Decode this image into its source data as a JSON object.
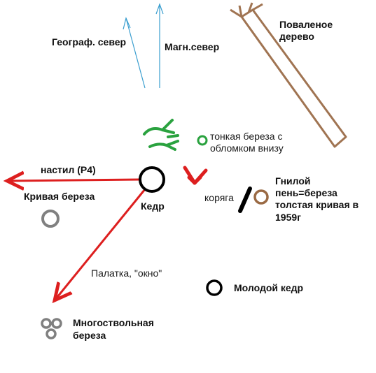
{
  "labels": {
    "geo_north": "Географ. север",
    "mag_north": "Магн.север",
    "fallen_tree_1": "Поваленое",
    "fallen_tree_2": "дерево",
    "thin_birch_1": "тонкая береза с",
    "thin_birch_2": "обломком внизу",
    "nastil": "настил (P4)",
    "crooked_birch": "Кривая береза",
    "cedar": "Кедр",
    "koryaga": "коряга",
    "rotten_stump_1": "Гнилой",
    "rotten_stump_2": "пень=береза",
    "rotten_stump_3": "толстая кривая в",
    "rotten_stump_4": "1959г",
    "tent": "Палатка, \"окно\"",
    "young_cedar": "Молодой кедр",
    "multi_birch_1": "Многоствольная",
    "multi_birch_2": "береза"
  },
  "colors": {
    "compass_lines": "#3a9ecf",
    "fallen_tree": "#a07452",
    "green_marks": "#2aa23f",
    "red_arrows": "#dd1f1f",
    "cedar_circle": "#000000",
    "gray_circles": "#808080",
    "stump_circle": "#9a6a44",
    "snag": "#000000"
  }
}
